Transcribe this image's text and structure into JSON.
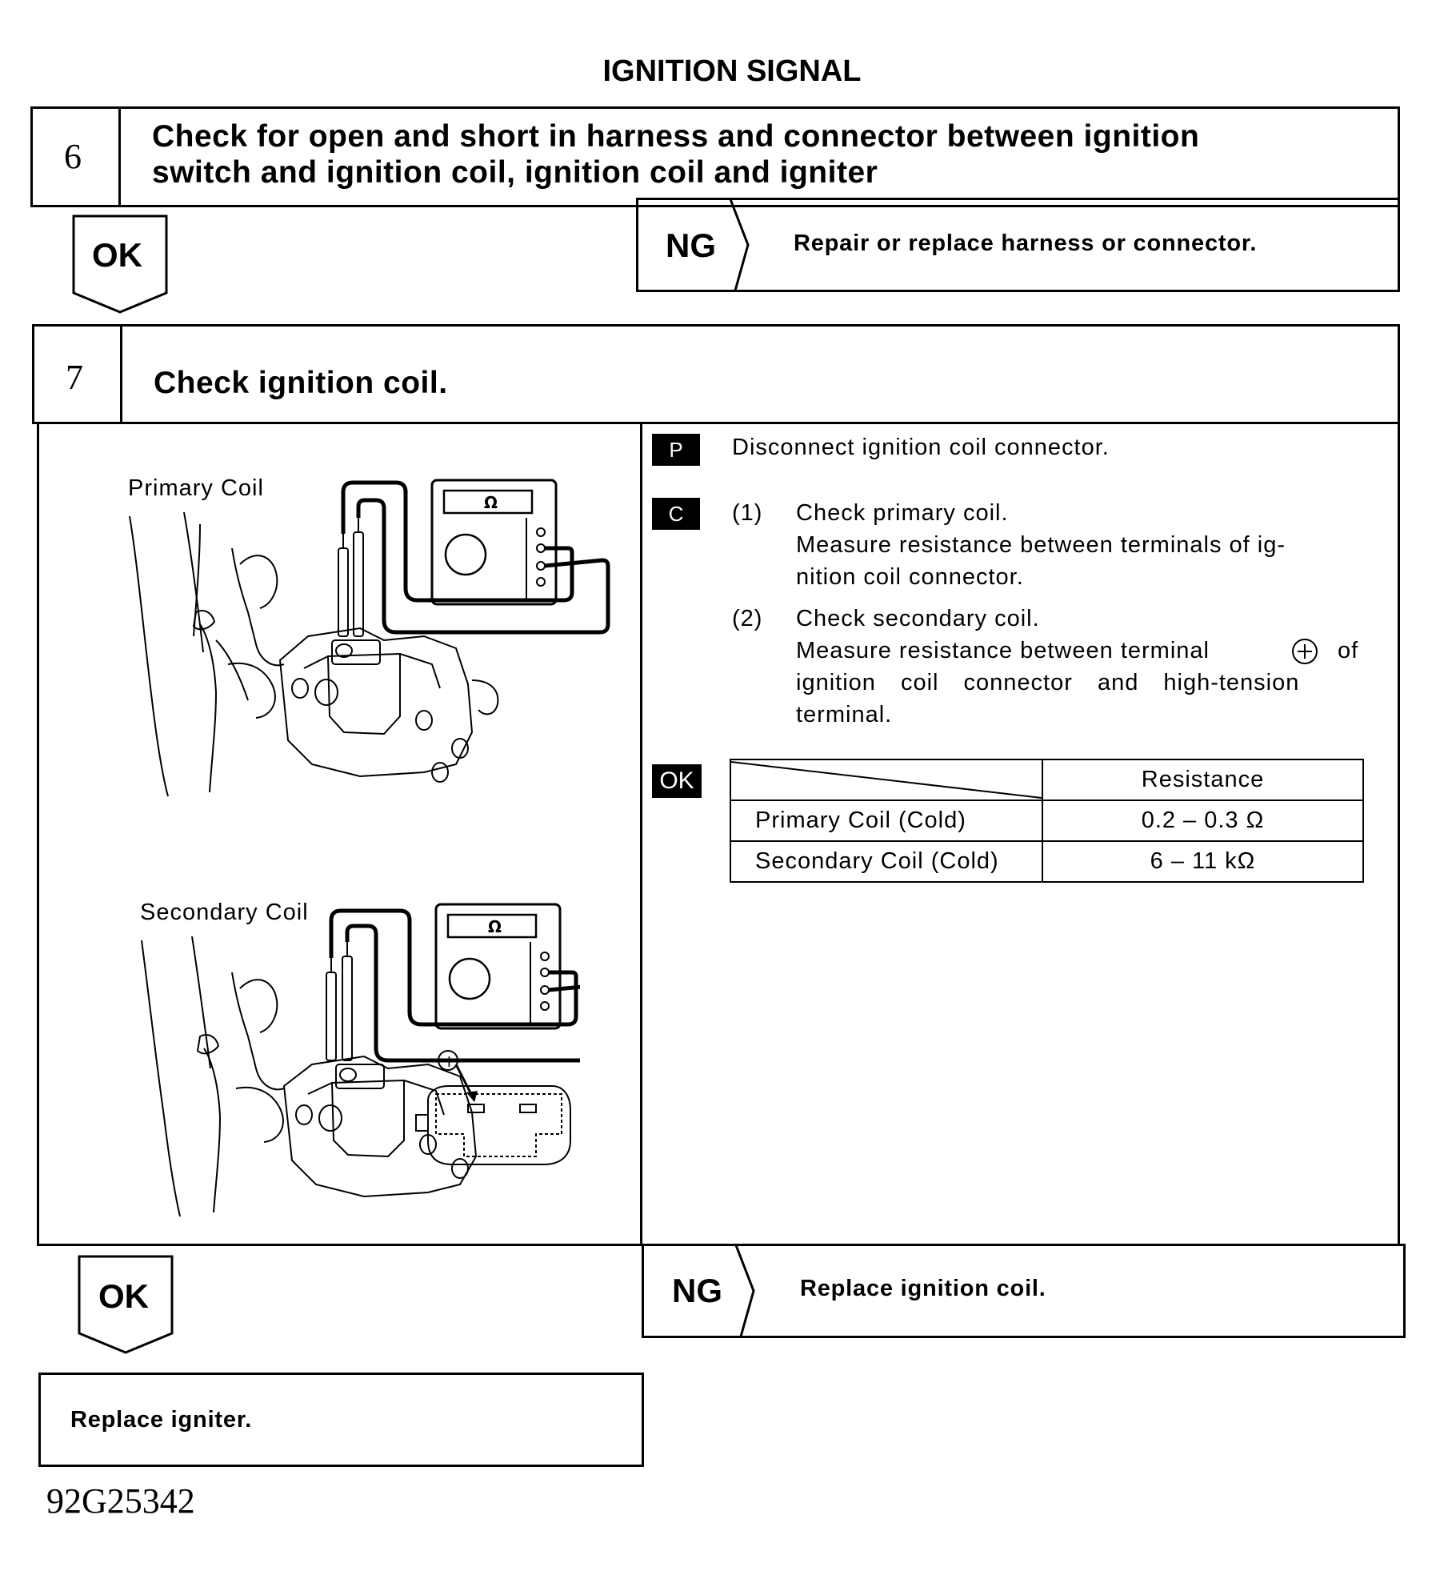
{
  "title": "IGNITION SIGNAL",
  "step6": {
    "number": "6",
    "heading_line1": "Check for open and short in harness and connector between ignition",
    "heading_line2": "switch and ignition coil, ignition coil and igniter",
    "ok_label": "OK",
    "ng_label": "NG",
    "ng_action": "Repair or replace harness or connector."
  },
  "step7": {
    "number": "7",
    "heading": "Check ignition coil.",
    "figure": {
      "primary_label": "Primary Coil",
      "secondary_label": "Secondary Coil",
      "plus_symbol": "+",
      "ohm_symbol": "Ω"
    },
    "p_badge": "P",
    "p_text": "Disconnect ignition coil connector.",
    "c_badge": "C",
    "c1_num": "(1)",
    "c1_line1": "Check primary coil.",
    "c1_line2": "Measure resistance between terminals of ig-",
    "c1_line3": "nition coil connector.",
    "c2_num": "(2)",
    "c2_line1": "Check secondary coil.",
    "c2_line2a": "Measure resistance between terminal",
    "c2_line2b": "of",
    "c2_line3": "ignition coil connector and high-tension",
    "c2_line4": "terminal.",
    "ok_badge": "OK",
    "table": {
      "header": "Resistance",
      "rows": [
        {
          "label": "Primary Coil (Cold)",
          "value": "0.2 – 0.3 Ω"
        },
        {
          "label": "Secondary Coil (Cold)",
          "value": "6 – 11 kΩ"
        }
      ]
    },
    "ok_label": "OK",
    "ng_label": "NG",
    "ng_action": "Replace ignition coil."
  },
  "final_action": "Replace igniter.",
  "figure_code": "92G25342"
}
